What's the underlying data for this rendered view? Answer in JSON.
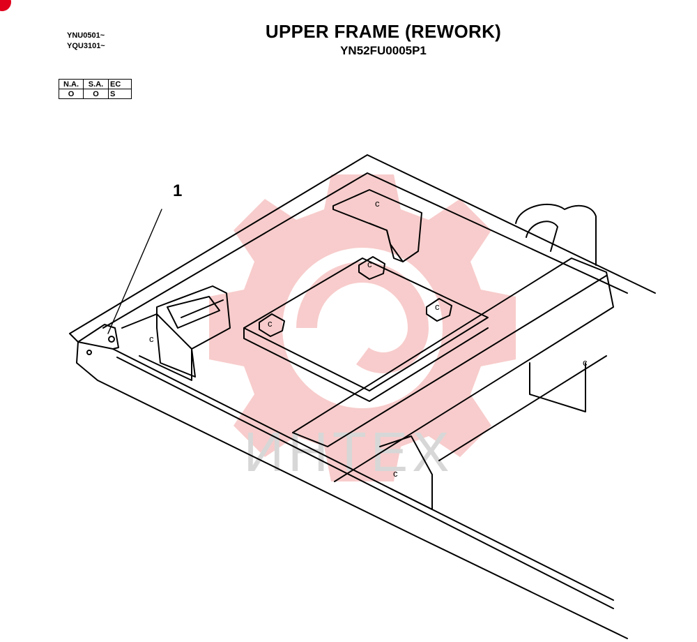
{
  "header": {
    "serials": [
      "YNU0501~",
      "YQU3101~"
    ],
    "title": "UPPER FRAME (REWORK)",
    "part_number": "YN52FU0005P1"
  },
  "applicability": {
    "headers": [
      "N.A.",
      "S.A.",
      "EC"
    ],
    "values": [
      "O",
      "O",
      "S"
    ]
  },
  "callouts": [
    {
      "label": "1"
    }
  ],
  "watermark": {
    "text": "ИНТЕХ",
    "color": "#f2a0a0"
  },
  "colors": {
    "line": "#000000",
    "accent": "#e0001b"
  }
}
